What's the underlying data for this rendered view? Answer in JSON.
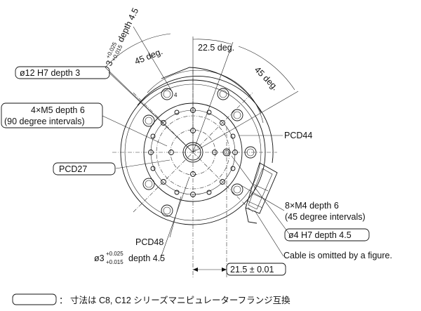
{
  "labels": {
    "depth_top_base": "3",
    "depth_top_tol_upper": "+0.025",
    "depth_top_tol_lower": "+0.015",
    "depth_top_text": "depth 4.5",
    "angle_45_left": "45 deg.",
    "angle_22_5": "22.5 deg.",
    "angle_45_right": "45 deg.",
    "bore_12": "ø12 H7 depth 3",
    "m5_line1": "4×M5 depth 6",
    "m5_line2": "(90 degree intervals)",
    "pcd44": "PCD44",
    "pcd27": "PCD27",
    "m4_line1": "8×M4 depth 6",
    "m4_line2": "(45 degree intervals)",
    "pin_4": "ø4 H7 depth 4.5",
    "cable_note": "Cable is omitted by a figure.",
    "pcd48": "PCD48",
    "pin_3_base": "ø3",
    "pin_3_tol_upper": "+0.025",
    "pin_3_tol_lower": "+0.015",
    "pin_3_text": "depth 4.5",
    "dim_21_5": "21.5 ± 0.01",
    "small_4": "4",
    "footer_note": "： 寸法は C8, C12 シリーズマニピュレーターフランジ互換"
  }
}
